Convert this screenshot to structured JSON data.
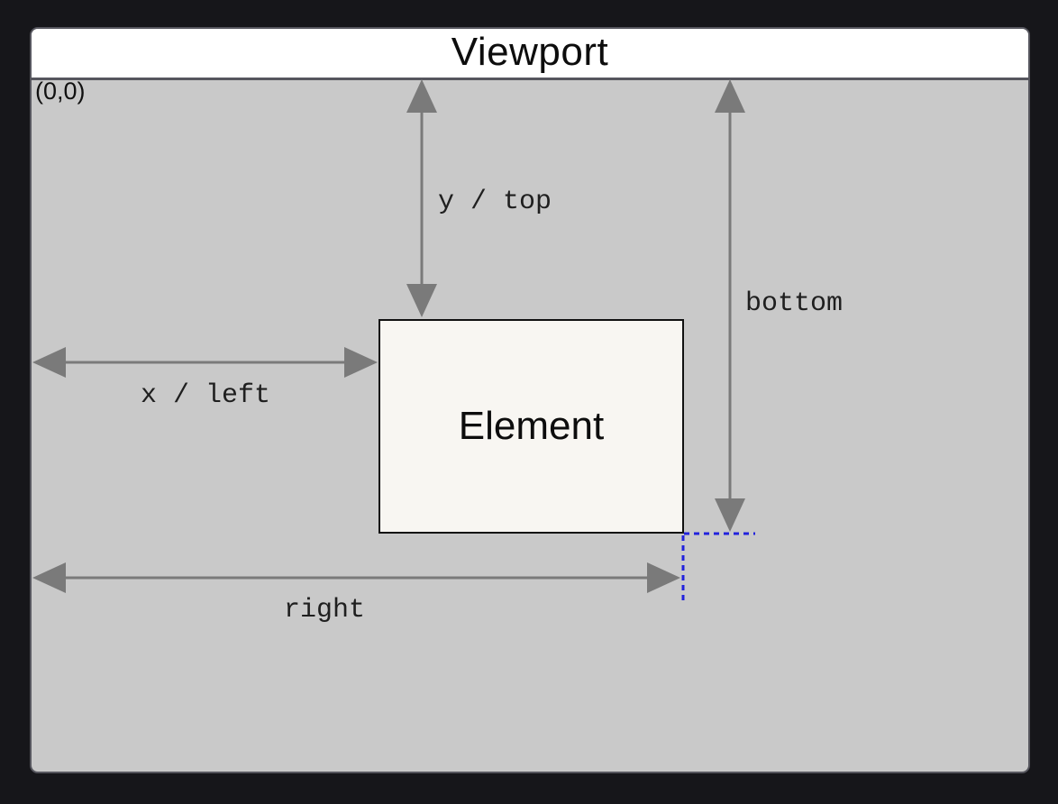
{
  "viewport": {
    "title": "Viewport",
    "origin_label": "(0,0)"
  },
  "element": {
    "label": "Element"
  },
  "annotations": {
    "y_top": "y / top",
    "x_left": "x / left",
    "bottom": "bottom",
    "right": "right"
  },
  "colors": {
    "canvas_bg": "#16161a",
    "viewport_bg": "#c9c9c9",
    "header_bg": "#ffffff",
    "window_border": "#56565e",
    "element_bg": "#f8f6f2",
    "element_border": "#111111",
    "arrow": "#7a7a7a",
    "label_text": "#1f1f1f",
    "guide_blue": "#2222dd"
  }
}
